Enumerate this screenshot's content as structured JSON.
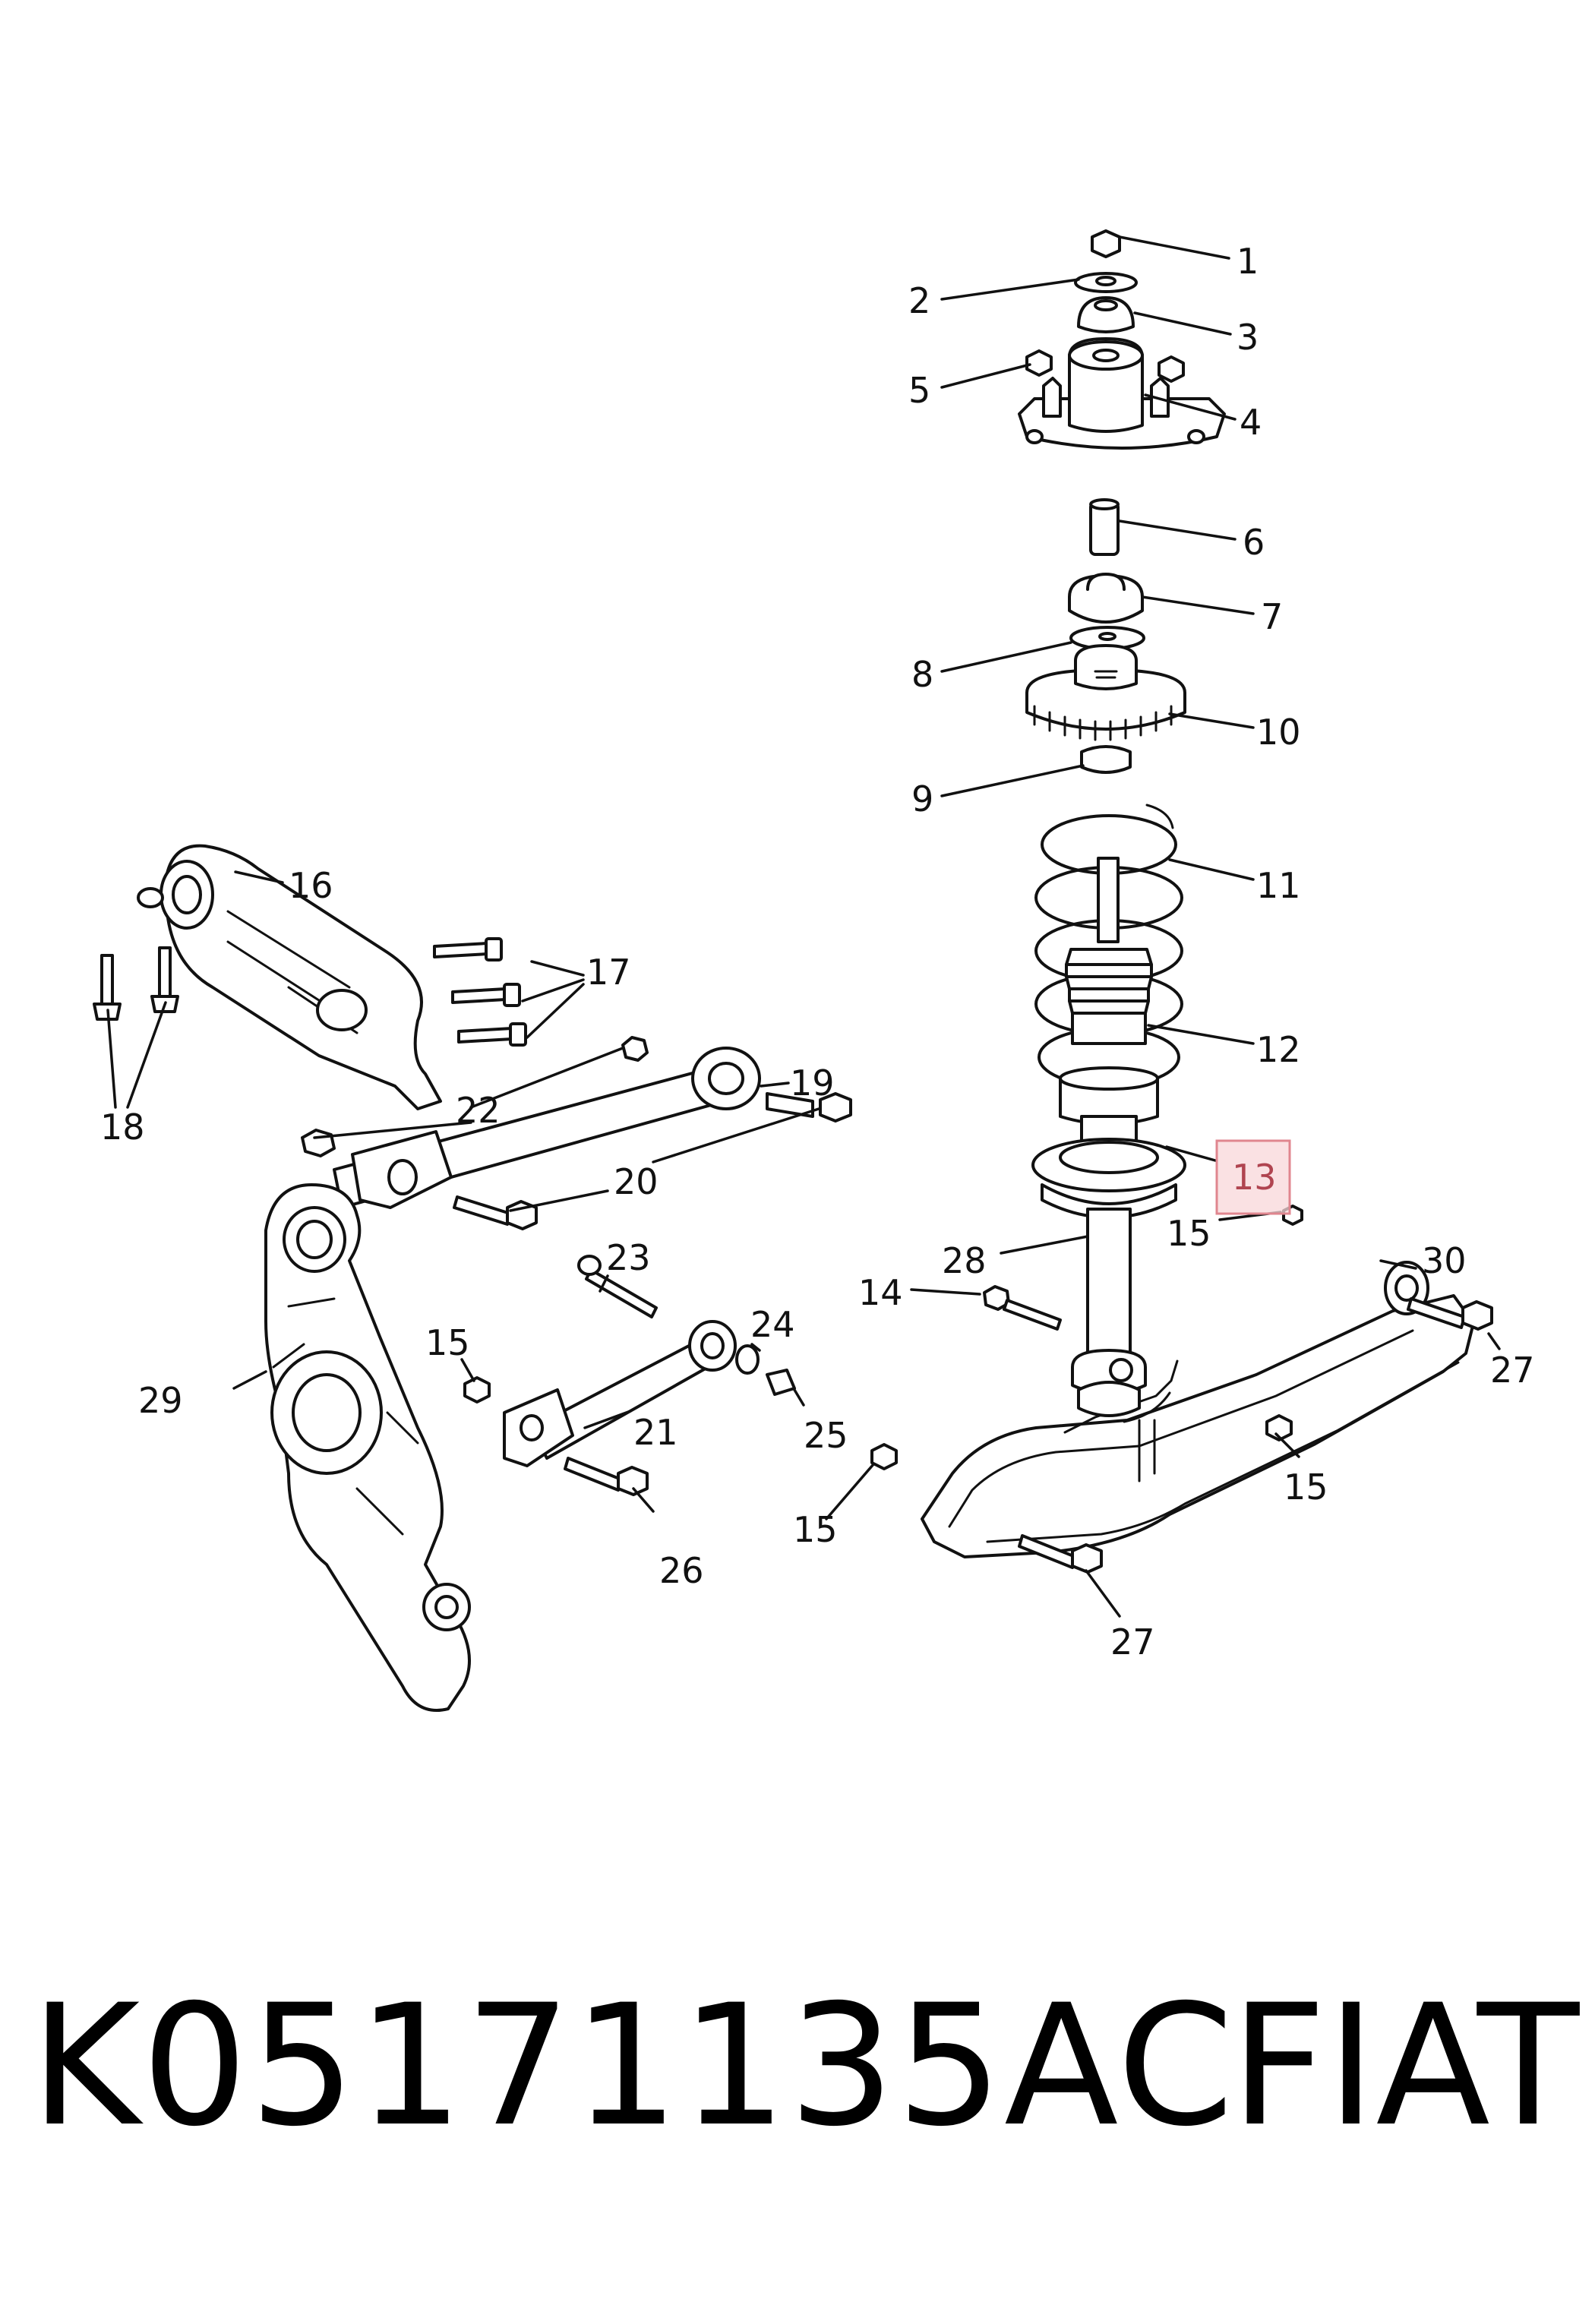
{
  "callouts": {
    "c1": "1",
    "c2": "2",
    "c3": "3",
    "c4": "4",
    "c5": "5",
    "c6": "6",
    "c7": "7",
    "c8": "8",
    "c9": "9",
    "c10": "10",
    "c11": "11",
    "c12": "12",
    "c13": "13",
    "c14": "14",
    "c15a": "15",
    "c15b": "15",
    "c15c": "15",
    "c15d": "15",
    "c16": "16",
    "c17": "17",
    "c18": "18",
    "c19": "19",
    "c20": "20",
    "c21": "21",
    "c22": "22",
    "c23": "23",
    "c24": "24",
    "c25": "25",
    "c26": "26",
    "c27a": "27",
    "c27b": "27",
    "c28": "28",
    "c29": "29",
    "c30": "30"
  },
  "highlighted_callout": "13",
  "highlight_color": "#f8d7da",
  "footer": {
    "part_number": "K05171135AC",
    "brand": "FIAT"
  }
}
